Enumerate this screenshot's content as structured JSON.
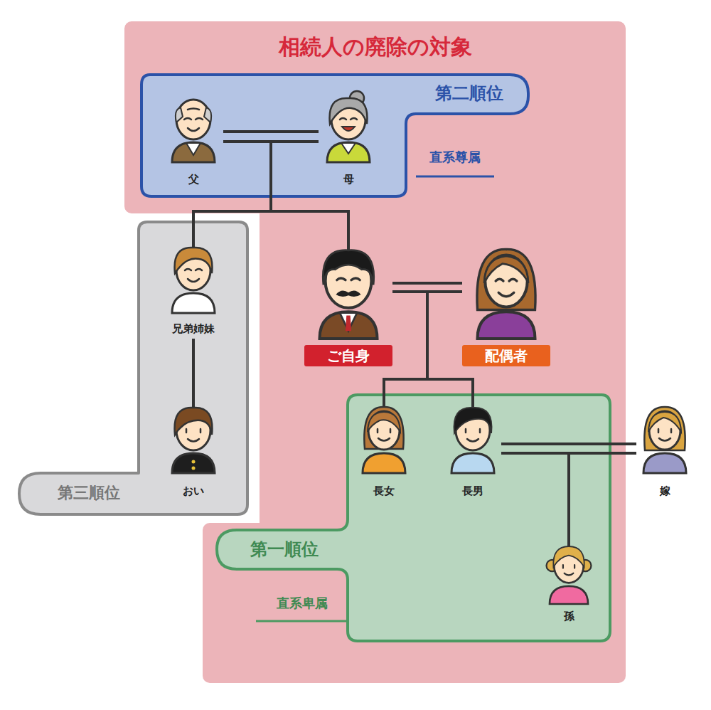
{
  "diagram": {
    "nodes": [
      {
        "text": [
          "相続人の廃除の対象"
        ]
      },
      {
        "text": [
          "第二順位",
          "直系尊属"
        ],
        "in": 0
      },
      {
        "text": [
          "父"
        ],
        "in": 1
      },
      {
        "text": [
          "母"
        ],
        "in": 1
      },
      {
        "text": [
          "第三順位"
        ]
      },
      {
        "text": [
          "兄弟姉妹"
        ],
        "in": 4
      },
      {
        "text": [
          "おい"
        ],
        "in": 4
      },
      {
        "text": [
          "ご自身"
        ],
        "in": 0
      },
      {
        "text": [
          "配偶者"
        ],
        "in": 0
      },
      {
        "text": [
          "第一順位",
          "直系卑属"
        ],
        "in": 0
      },
      {
        "text": [
          "長女"
        ],
        "in": 9
      },
      {
        "text": [
          "長男"
        ],
        "in": 9
      },
      {
        "text": [
          "嫁"
        ]
      },
      {
        "text": [
          "孫"
        ],
        "in": 9
      }
    ],
    "edges": [
      {
        "from": 2,
        "to": 3,
        "arrow": "none"
      },
      {
        "from": 2,
        "to": 5,
        "arrow": "none"
      },
      {
        "from": 3,
        "to": 5,
        "arrow": "none"
      },
      {
        "from": 2,
        "to": 7,
        "arrow": "none"
      },
      {
        "from": 3,
        "to": 7,
        "arrow": "none"
      },
      {
        "from": 5,
        "to": 6,
        "arrow": "none"
      },
      {
        "from": 7,
        "to": 8,
        "arrow": "none"
      },
      {
        "from": 7,
        "to": 10,
        "arrow": "none"
      },
      {
        "from": 8,
        "to": 10,
        "arrow": "none"
      },
      {
        "from": 7,
        "to": 11,
        "arrow": "none"
      },
      {
        "from": 8,
        "to": 11,
        "arrow": "none"
      },
      {
        "from": 11,
        "to": 12,
        "arrow": "none"
      },
      {
        "from": 11,
        "to": 13,
        "arrow": "none"
      },
      {
        "from": 12,
        "to": 13,
        "arrow": "none"
      }
    ]
  }
}
